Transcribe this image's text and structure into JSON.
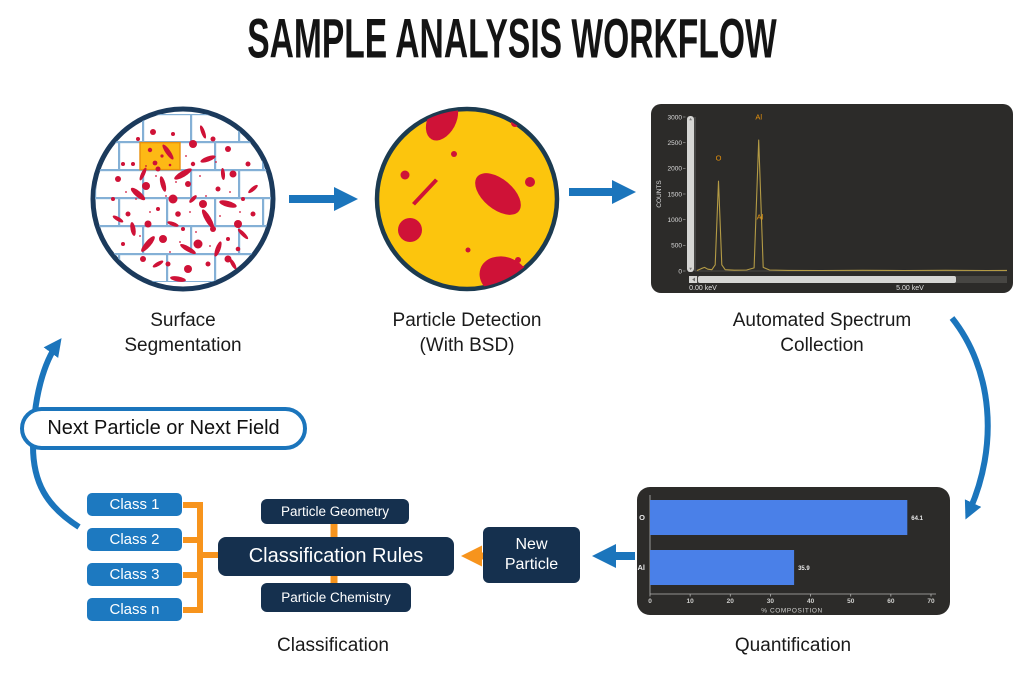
{
  "title": "SAMPLE ANALYSIS WORKFLOW",
  "steps": {
    "surface_segmentation": {
      "line1": "Surface",
      "line2": "Segmentation"
    },
    "particle_detection": {
      "line1": "Particle Detection",
      "line2": "(With BSD)"
    },
    "spectrum_collection": {
      "line1": "Automated Spectrum",
      "line2": "Collection"
    },
    "quantification": {
      "label": "Quantification"
    },
    "classification": {
      "label": "Classification"
    }
  },
  "loop_pill": {
    "label": "Next Particle or Next Field"
  },
  "new_particle": {
    "label": "New Particle"
  },
  "classification_panel": {
    "classes": [
      "Class 1",
      "Class 2",
      "Class 3",
      "Class n"
    ],
    "rules": "Classification Rules",
    "geometry": "Particle Geometry",
    "chemistry": "Particle Chemistry"
  },
  "chart_data": [
    {
      "type": "line",
      "name": "eds-spectrum",
      "title": "",
      "ylabel": "COUNTS",
      "y_ticks": [
        3000,
        2500,
        2000,
        1500,
        1000,
        500,
        0
      ],
      "x_axis_labels": [
        "0.00 keV",
        "5.00 keV"
      ],
      "x_label_positions_keV": [
        0,
        5
      ],
      "xlim_keV": [
        0,
        7.5
      ],
      "ylim": [
        0,
        3000
      ],
      "grid": false,
      "annotations": [
        {
          "text": "O",
          "keV": 0.52,
          "counts": 2150
        },
        {
          "text": "Al",
          "keV": 1.49,
          "counts": 2950
        },
        {
          "text": "Al",
          "keV": 1.52,
          "counts": 1000
        }
      ],
      "peaks": [
        {
          "element": "O",
          "energy_keV": 0.52,
          "counts": 1750
        },
        {
          "element": "Al",
          "energy_keV": 1.49,
          "counts": 2550
        }
      ],
      "series": [
        {
          "keV": 0.0,
          "counts": 10
        },
        {
          "keV": 0.1,
          "counts": 45
        },
        {
          "keV": 0.18,
          "counts": 70
        },
        {
          "keV": 0.26,
          "counts": 35
        },
        {
          "keV": 0.36,
          "counts": 25
        },
        {
          "keV": 0.44,
          "counts": 120
        },
        {
          "keV": 0.52,
          "counts": 1750
        },
        {
          "keV": 0.6,
          "counts": 120
        },
        {
          "keV": 0.68,
          "counts": 25
        },
        {
          "keV": 0.9,
          "counts": 15
        },
        {
          "keV": 1.2,
          "counts": 20
        },
        {
          "keV": 1.38,
          "counts": 60
        },
        {
          "keV": 1.49,
          "counts": 2550
        },
        {
          "keV": 1.6,
          "counts": 70
        },
        {
          "keV": 1.75,
          "counts": 20
        },
        {
          "keV": 2.2,
          "counts": 12
        },
        {
          "keV": 3.0,
          "counts": 10
        },
        {
          "keV": 4.0,
          "counts": 14
        },
        {
          "keV": 5.0,
          "counts": 10
        },
        {
          "keV": 6.0,
          "counts": 13
        },
        {
          "keV": 7.0,
          "counts": 10
        },
        {
          "keV": 7.5,
          "counts": 12
        }
      ],
      "line_color": "#b49b45",
      "label_color": "#e8930c"
    },
    {
      "type": "bar",
      "name": "composition",
      "orientation": "horizontal",
      "categories": [
        "O",
        "Al"
      ],
      "values": [
        64.1,
        35.9
      ],
      "value_labels": [
        "64.1",
        "35.9"
      ],
      "xlabel": "% COMPOSITION",
      "x_ticks": [
        0,
        10,
        20,
        30,
        40,
        50,
        60,
        70
      ],
      "xlim": [
        0,
        72
      ],
      "bar_color": "#4a80e8"
    }
  ],
  "colors": {
    "arrow_blue": "#1b75bc",
    "accent_orange": "#f7941d",
    "navy_box": "#15304e",
    "class_blue": "#1d79c0",
    "panel_dark": "#2c2b29",
    "detection_yellow": "#fcc50d",
    "particle_red": "#cf1237"
  }
}
